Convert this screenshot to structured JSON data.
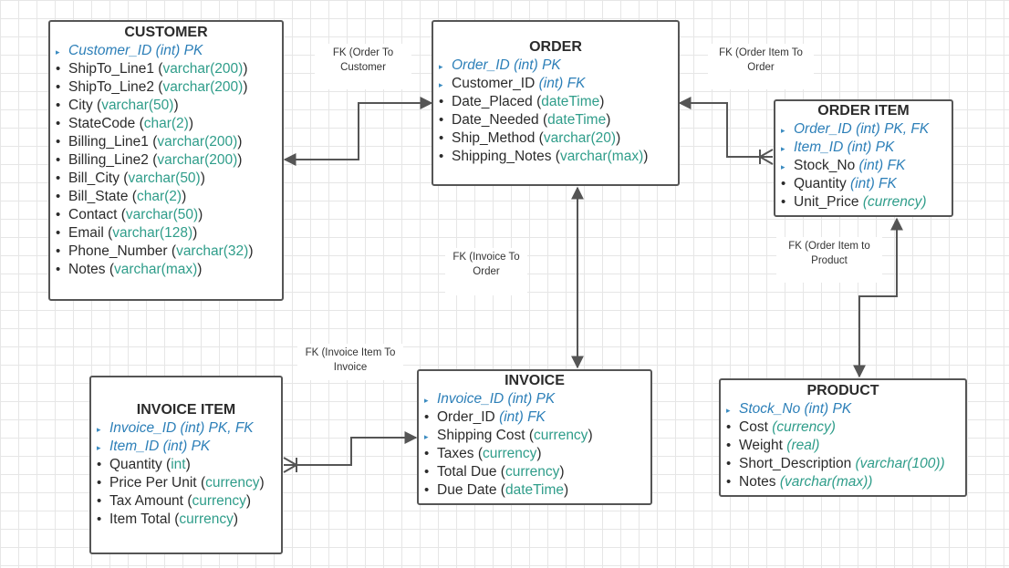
{
  "entities": {
    "customer": {
      "title": "CUSTOMER",
      "fields": [
        {
          "marker": "key",
          "name": "Customer_ID",
          "type": "(int) PK",
          "style": "key"
        },
        {
          "marker": "bullet",
          "name": "ShipTo_Line1",
          "type": "varchar(200)",
          "paren": true
        },
        {
          "marker": "bullet",
          "name": "ShipTo_Line2",
          "type": "varchar(200)",
          "paren": true
        },
        {
          "marker": "bullet",
          "name": "City",
          "type": "varchar(50)",
          "paren": true
        },
        {
          "marker": "bullet",
          "name": "StateCode",
          "type": "char(2)",
          "paren": true
        },
        {
          "marker": "bullet",
          "name": "Billing_Line1",
          "type": "varchar(200)",
          "paren": true
        },
        {
          "marker": "bullet",
          "name": "Billing_Line2",
          "type": "varchar(200)",
          "paren": true
        },
        {
          "marker": "bullet",
          "name": "Bill_City",
          "type": "varchar(50)",
          "paren": true
        },
        {
          "marker": "bullet",
          "name": "Bill_State ",
          "type": "char(2)",
          "paren": true
        },
        {
          "marker": "bullet",
          "name": "Contact",
          "type": "varchar(50)",
          "paren": true
        },
        {
          "marker": "bullet",
          "name": "Email",
          "type": "varchar(128)",
          "paren": true
        },
        {
          "marker": "bullet",
          "name": "Phone_Number",
          "type": "varchar(32)",
          "paren": true
        },
        {
          "marker": "bullet",
          "name": "Notes",
          "type": "varchar(max)",
          "paren": true
        }
      ]
    },
    "order": {
      "title": "ORDER",
      "fields": [
        {
          "marker": "key",
          "name": "Order_ID",
          "type": "(int) PK",
          "style": "key"
        },
        {
          "marker": "key",
          "name": "Customer_ID",
          "type": "(int) FK",
          "style": "fk"
        },
        {
          "marker": "bullet",
          "name": "Date_Placed",
          "type": "dateTime",
          "paren": true
        },
        {
          "marker": "bullet",
          "name": "Date_Needed",
          "type": "dateTime",
          "paren": true
        },
        {
          "marker": "bullet",
          "name": "Ship_Method",
          "type": "varchar(20)",
          "paren": true
        },
        {
          "marker": "bullet",
          "name": "Shipping_Notes",
          "type": "varchar(max)",
          "paren": true
        }
      ]
    },
    "order_item": {
      "title": "ORDER ITEM",
      "fields": [
        {
          "marker": "key",
          "name": "Order_ID",
          "type": "(int) PK, FK",
          "style": "key"
        },
        {
          "marker": "key",
          "name": "Item_ID",
          "type": "(int) PK",
          "style": "key"
        },
        {
          "marker": "key",
          "name": "Stock_No",
          "type": "(int) FK",
          "style": "fk"
        },
        {
          "marker": "bullet",
          "name": "Quantity",
          "type": "(int) FK",
          "style": "fk"
        },
        {
          "marker": "bullet",
          "name": "Unit_Price",
          "type": "(currency)",
          "style": "italtype"
        }
      ]
    },
    "invoice": {
      "title": "INVOICE",
      "fields": [
        {
          "marker": "key",
          "name": "Invoice_ID",
          "type": "(int) PK",
          "style": "key"
        },
        {
          "marker": "bullet",
          "name": "Order_ID",
          "type": "(int) FK",
          "style": "fk"
        },
        {
          "marker": "key",
          "name": "Shipping Cost",
          "type": "currency",
          "paren": true
        },
        {
          "marker": "bullet",
          "name": "Taxes",
          "type": "currency",
          "paren": true
        },
        {
          "marker": "bullet",
          "name": "Total Due",
          "type": "currency",
          "paren": true
        },
        {
          "marker": "bullet",
          "name": "Due Date",
          "type": "dateTime",
          "paren": true
        }
      ]
    },
    "invoice_item": {
      "title": "INVOICE ITEM",
      "fields": [
        {
          "marker": "key",
          "name": "Invoice_ID",
          "type": "(int) PK, FK",
          "style": "key"
        },
        {
          "marker": "key",
          "name": "Item_ID",
          "type": "(int) PK",
          "style": "key"
        },
        {
          "marker": "bullet",
          "name": "Quantity",
          "type": "int",
          "paren": true
        },
        {
          "marker": "bullet",
          "name": "Price Per Unit",
          "type": "currency",
          "paren": true
        },
        {
          "marker": "bullet",
          "name": "Tax Amount",
          "type": "currency",
          "paren": true
        },
        {
          "marker": "bullet",
          "name": "Item Total",
          "type": "currency",
          "paren": true
        }
      ]
    },
    "product": {
      "title": "PRODUCT",
      "fields": [
        {
          "marker": "key",
          "name": "Stock_No",
          "type": "(int) PK",
          "style": "key"
        },
        {
          "marker": "bullet",
          "name": "Cost",
          "type": "(currency)",
          "style": "italtype"
        },
        {
          "marker": "bullet",
          "name": "Weight",
          "type": "(real)",
          "style": "italtype"
        },
        {
          "marker": "bullet",
          "name": "Short_Description",
          "type": "(varchar(100))",
          "style": "italtype"
        },
        {
          "marker": "bullet",
          "name": "Notes",
          "type": "(varchar(max))",
          "style": "italtype"
        }
      ]
    }
  },
  "relationship_labels": {
    "order_to_customer": [
      "FK (Order To",
      "Customer"
    ],
    "order_item_to_order": [
      "FK (Order Item To",
      "Order"
    ],
    "invoice_to_order": [
      "FK (Invoice To",
      "Order"
    ],
    "order_item_to_product": [
      "FK (Order Item to",
      "Product"
    ],
    "invoice_item_to_invoice": [
      "FK (Invoice Item To",
      "Invoice"
    ]
  },
  "colors": {
    "grid": "#e6e6e6",
    "border": "#555555",
    "connector": "#555555",
    "key_text": "#2c7fb8",
    "type_text": "#2f9d8a"
  }
}
